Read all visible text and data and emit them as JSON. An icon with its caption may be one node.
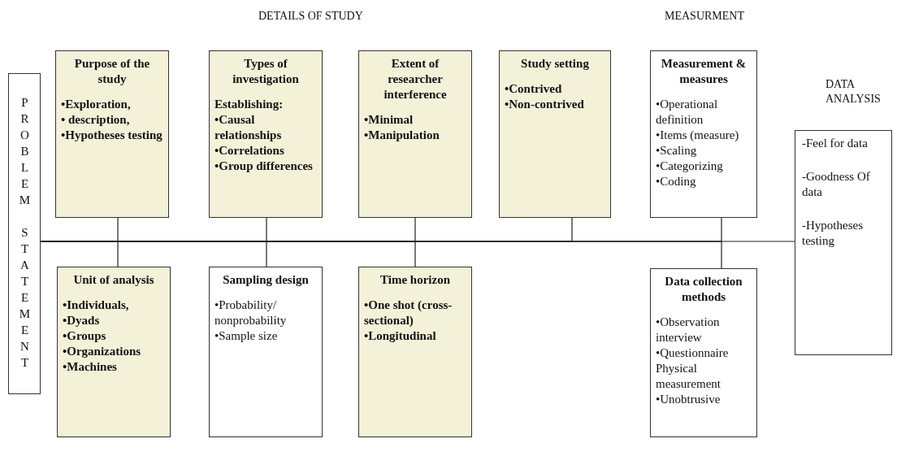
{
  "diagram": {
    "nodes": [
      {
        "text": [
          "PROBLEM STATEMENT"
        ]
      },
      {
        "text": [
          "Purpose of the study",
          "•Exploration,",
          "• description,",
          "•Hypotheses testing"
        ]
      },
      {
        "text": [
          "Types of investigation",
          "Establishing:",
          "•Causal relationships",
          "•Correlations",
          "•Group differences"
        ]
      },
      {
        "text": [
          "Extent of researcher interference",
          "•Minimal",
          "•Manipulation"
        ]
      },
      {
        "text": [
          "Study setting",
          "•Contrived",
          "•Non-contrived"
        ]
      },
      {
        "text": [
          "Measurement & measures",
          "•Operational definition",
          "•Items (measure)",
          "•Scaling",
          "•Categorizing",
          "•Coding"
        ]
      },
      {
        "text": [
          "Unit of analysis",
          "•Individuals,",
          "•Dyads",
          "•Groups",
          "•Organizations",
          "•Machines"
        ]
      },
      {
        "text": [
          "Sampling design",
          "•Probability/ nonprobability",
          "•Sample size"
        ]
      },
      {
        "text": [
          "Time horizon",
          "•One shot (cross-sectional)",
          "•Longitudinal"
        ]
      },
      {
        "text": [
          "Data collection methods",
          "•Observation interview",
          "•Questionnaire Physical measurement",
          "•Unobtrusive"
        ]
      },
      {
        "text": [
          "DATA ANALYSIS",
          "-Feel for data",
          "-Goodness Of data",
          "-Hypotheses testing"
        ]
      }
    ],
    "edges": [
      {
        "from": 0,
        "to": 1,
        "arrow": "none"
      },
      {
        "from": 0,
        "to": 2,
        "arrow": "none"
      },
      {
        "from": 0,
        "to": 3,
        "arrow": "none"
      },
      {
        "from": 0,
        "to": 4,
        "arrow": "none"
      },
      {
        "from": 0,
        "to": 5,
        "arrow": "none"
      },
      {
        "from": 0,
        "to": 6,
        "arrow": "none"
      },
      {
        "from": 0,
        "to": 7,
        "arrow": "none"
      },
      {
        "from": 0,
        "to": 8,
        "arrow": "none"
      },
      {
        "from": 0,
        "to": 9,
        "arrow": "none"
      },
      {
        "from": 0,
        "to": 10,
        "arrow": "none"
      }
    ],
    "labels": [
      "DETAILS OF STUDY",
      "MEASURMENT"
    ]
  }
}
